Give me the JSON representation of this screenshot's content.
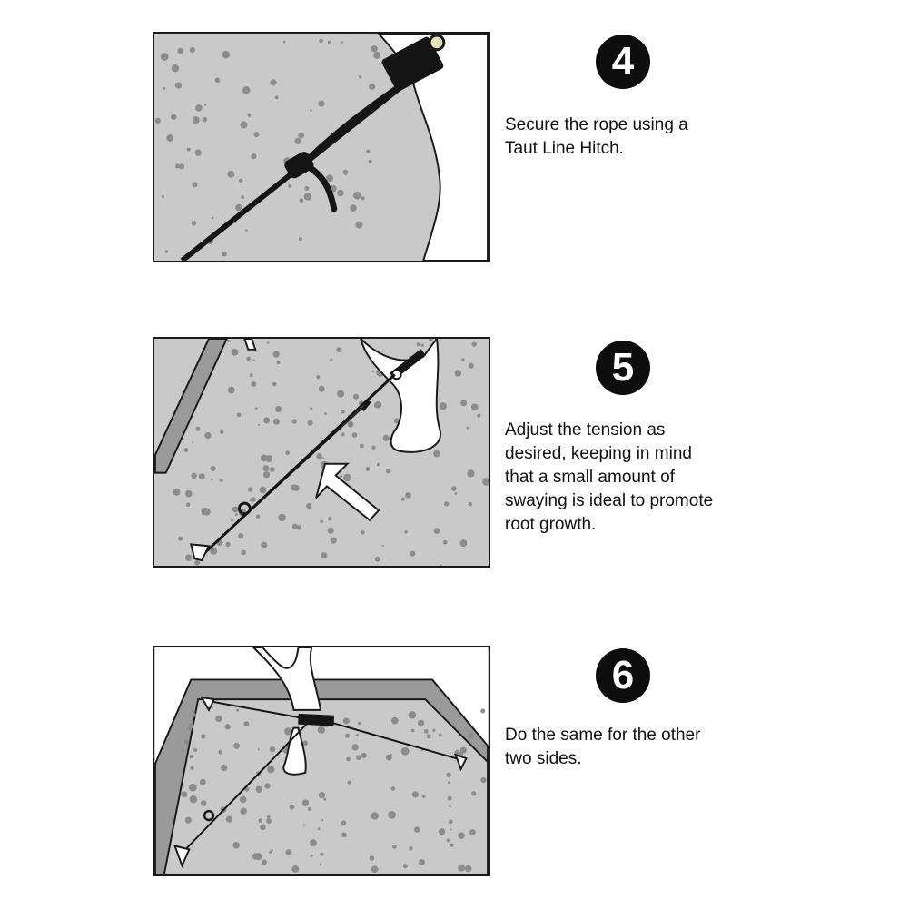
{
  "steps": [
    {
      "number": "4",
      "text": "Secure the rope using a\nTaut Line Hitch."
    },
    {
      "number": "5",
      "text": "Adjust the tension as\ndesired, keeping in mind\nthat a small amount of\nswaying is ideal to promote\nroot growth."
    },
    {
      "number": "6",
      "text": "Do the same for the other\ntwo sides."
    }
  ],
  "colors": {
    "soil": "#c9c9c9",
    "speckle": "#8c8c8c",
    "rope": "#151515",
    "outline": "#1a1a1a",
    "trunk": "#ffffff",
    "frame": "#9a9a9a"
  }
}
